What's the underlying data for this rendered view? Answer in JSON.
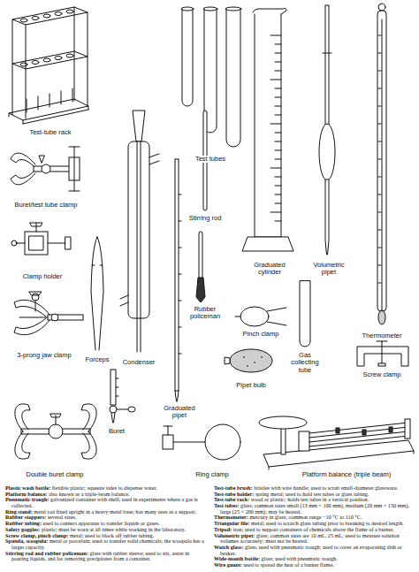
{
  "diagram": {
    "labels": [
      "Test-tube rack",
      "Test tubes",
      "Buret/test tube clamp",
      "Stirring rod",
      "Graduated cylinder",
      "Volumetric pipet",
      "Clamp holder",
      "Thermometer",
      "Pinch clamp",
      "Rubber policeman",
      "3-prong jaw clamp",
      "Forceps",
      "Condenser",
      "Gas collecting tube",
      "Screw clamp",
      "Pipet bulb",
      "Graduated pipet",
      "Buret",
      "Double buret clamp",
      "Ring clamp",
      "Platform balance (triple beam)",
      "Plastic wash bottle: flexible plastic; squeeze sides to dispense water.",
      "Platform balance: also known as a triple-beam balance.",
      "Pneumatic trough: galvanized container with shelf; used in experiments where a gas is collected.",
      "Ring stand: metal rod fixed upright in a heavy metal base; has many uses as a support.",
      "Rubber stoppers: several sizes.",
      "Rubber tubing: used to connect apparatus to transfer liquids or gases.",
      "Safety goggles: plastic; must be worn at all times while working in the laboratory.",
      "Screw clamp, pinch clamp: metal; used to block off rubber tubing.",
      "Spatula, scoopula: metal or porcelain; used to transfer solid chemicals; the scoopula has a larger capacity.",
      "Stirring rod and rubber policeman: glass with rubber sleeve; used to stir, assist in pouring liquids, and for removing precipitates from a container.",
      "Test-tube brush: bristles with wire handle; used to scrub small-diameter glassware.",
      "Test-tube holder: spring metal; used to hold test tubes or glass tubing.",
      "Test-tube rack: wood or plastic; holds test tubes in a vertical position.",
      "Test tubes: glass; common sizes small (13 mm × 100 mm), medium (20 mm × 150 mm), large (25 × 200 mm); may be heated.",
      "Thermometer: mercury in glass; common range −10 °C to 110 °C.",
      "Triangular file: metal; used to scratch glass tubing prior to breaking to desired length.",
      "Tripod: iron; used to support containers of chemicals above the flame of a burner.",
      "Volumetric pipet: glass; common sizes are 10 mL, 25 mL; used to measure solution volumes accurately; must not be heated.",
      "Watch glass: glass; used with pneumatic trough; used to cover an evaporating dish or beaker.",
      "Wide-mouth bottle: glass; used with pneumatic trough.",
      "Wire gauze: used to spread the heat of a burner flame."
    ]
  }
}
